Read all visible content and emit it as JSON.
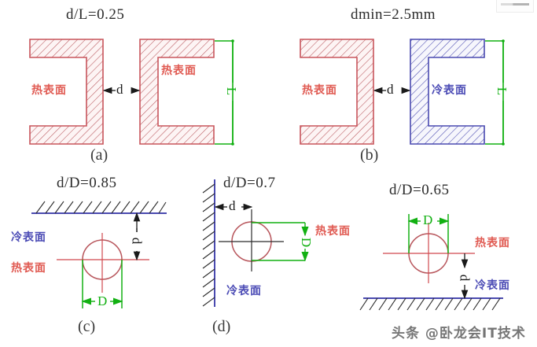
{
  "figure": {
    "background": "#ffffff",
    "colors": {
      "hot": "#c8555b",
      "hot_text": "#e05a52",
      "cold": "#4a4ab0",
      "cold_text": "#4b4bb5",
      "dimension_green": "#12b012",
      "dimension_black": "#1a1a1a",
      "title_text": "#2b2b2b"
    }
  },
  "panels": [
    {
      "id": "a",
      "title": "d/L=0.25",
      "label": "(a)",
      "left_shape_text": "热表面",
      "right_shape_text": "热表面",
      "gap_label": "d",
      "bracket_label": "L"
    },
    {
      "id": "b",
      "title": "dmin=2.5mm",
      "label": "(b)",
      "left_shape_text": "热表面",
      "right_shape_text": "冷表面",
      "gap_label": "d",
      "bracket_label": "L"
    },
    {
      "id": "c",
      "title": "d/D=0.85",
      "label": "(c)",
      "surface_text": "冷表面",
      "object_text": "热表面",
      "gap_label": "d",
      "diameter_label": "D"
    },
    {
      "id": "d",
      "title": "d/D=0.7",
      "label": "(d)",
      "surface_text": "冷表面",
      "object_text": "热表面",
      "gap_label": "d",
      "diameter_label": "D"
    },
    {
      "id": "e",
      "title": "d/D=0.65",
      "label": "",
      "surface_text": "冷表面",
      "object_text": "热表面",
      "gap_label": "d",
      "diameter_label": "D"
    }
  ],
  "watermark": "头条 @卧龙会IT技术"
}
